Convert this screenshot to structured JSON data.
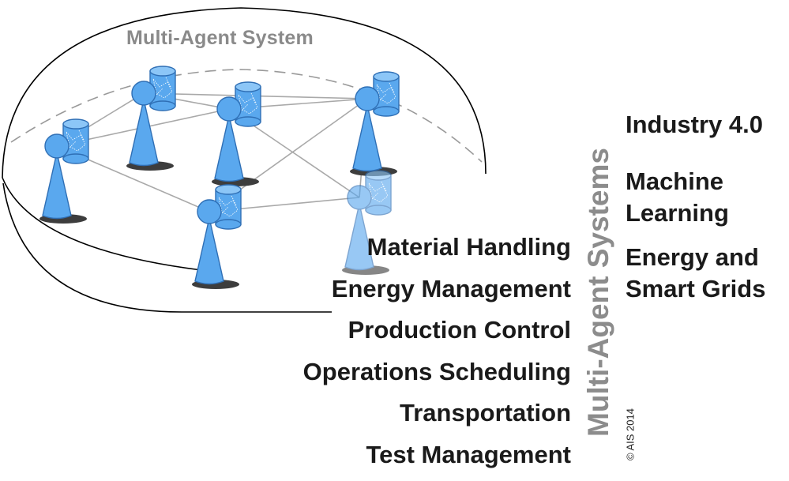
{
  "diagram": {
    "title": "Multi-Agent System",
    "vertical_title": "Multi-Agent Systems",
    "copyright": "© AIS 2014",
    "applications": [
      "Material Handling",
      "Energy Management",
      "Production Control",
      "Operations Scheduling",
      "Transportation",
      "Test Management"
    ],
    "domains": [
      [
        "Industry 4.0"
      ],
      [
        "Machine",
        "Learning"
      ],
      [
        "Energy and",
        "Smart Grids"
      ]
    ],
    "colors": {
      "agent_fill": "#5aa8ee",
      "agent_stroke": "#2f6fb5",
      "link": "#a9a9a9",
      "shadow": "#3d3d3d",
      "title_gray": "#8a8a8a"
    },
    "agents": [
      "agent",
      "agent",
      "agent",
      "agent",
      "agent",
      "agent"
    ]
  }
}
